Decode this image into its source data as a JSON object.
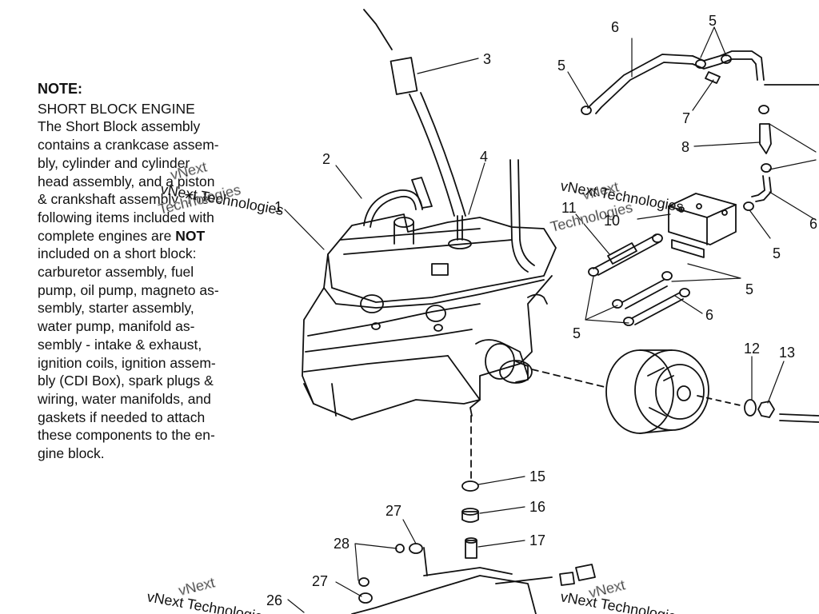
{
  "note": {
    "title": "NOTE:",
    "lines": [
      "SHORT BLOCK ENGINE",
      "The Short Block assembly",
      "contains a crankcase assem-",
      "bly, cylinder and cylinder",
      "head assembly, and a piston",
      "& crankshaft assembly. The",
      "following items included with",
      "complete engines are NOT",
      "included on a short block:",
      "carburetor assembly, fuel",
      "pump, oil pump, magneto as-",
      "sembly, starter assembly,",
      "water pump, manifold as-",
      "sembly - intake & exhaust,",
      "ignition coils, ignition assem-",
      "bly (CDI Box), spark plugs &",
      "wiring, water manifolds, and",
      "gaskets if needed to attach",
      "these components to the en-",
      "gine block."
    ],
    "bold_word": "NOT"
  },
  "callouts": {
    "c1": "1",
    "c2": "2",
    "c3": "3",
    "c4": "4",
    "c5a": "5",
    "c5b": "5",
    "c5c": "5",
    "c5d": "5",
    "c5e": "5",
    "c6a": "6",
    "c6b": "6",
    "c6c": "6",
    "c7": "7",
    "c8": "8",
    "c10": "10",
    "c11": "11",
    "c12": "12",
    "c13": "13",
    "c15": "15",
    "c16": "16",
    "c17": "17",
    "c26": "26",
    "c27a": "27",
    "c27b": "27",
    "c28": "28"
  },
  "watermark": {
    "big": "vNext",
    "small": "vNext Technologies",
    "outline": "Technologies"
  }
}
